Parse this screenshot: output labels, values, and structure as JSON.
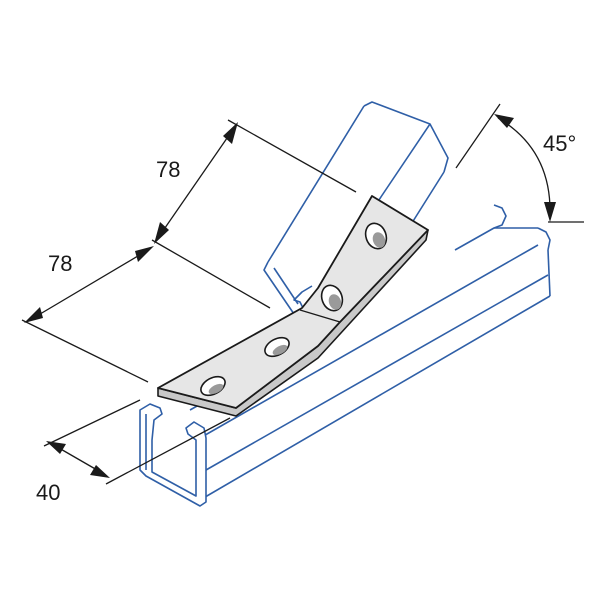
{
  "diagram": {
    "dimensions": {
      "length_upper": "78",
      "length_lower": "78",
      "width": "40",
      "angle": "45°"
    }
  }
}
